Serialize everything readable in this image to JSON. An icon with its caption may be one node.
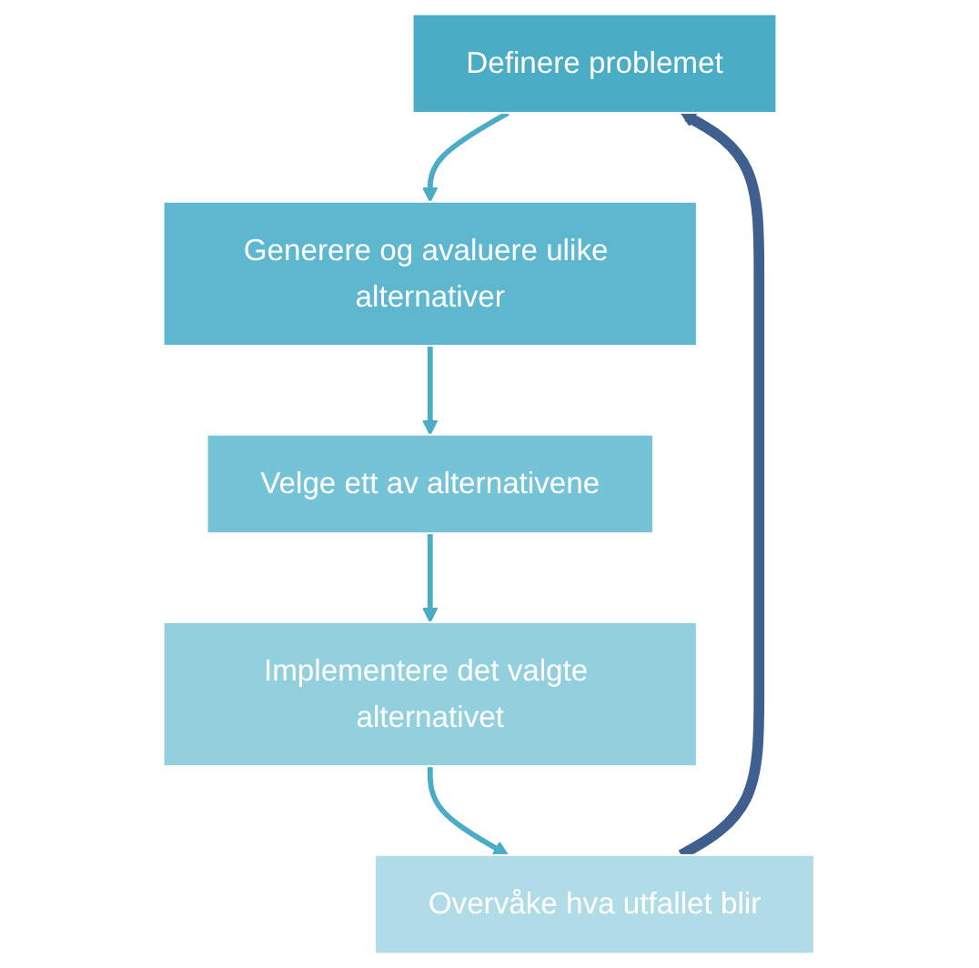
{
  "diagram": {
    "nodes": [
      {
        "text": [
          "Definere problemet"
        ]
      },
      {
        "text": [
          "Generere og avaluere ulike alternativer"
        ]
      },
      {
        "text": [
          "Velge ett av alternativene"
        ]
      },
      {
        "text": [
          "Implementere det valgte alternativet"
        ]
      },
      {
        "text": [
          "Overvåke hva utfallet blir"
        ]
      }
    ],
    "edges": [
      {
        "from": 0,
        "to": 1,
        "arrow": "to"
      },
      {
        "from": 1,
        "to": 2,
        "arrow": "to"
      },
      {
        "from": 2,
        "to": 3,
        "arrow": "to"
      },
      {
        "from": 3,
        "to": 4,
        "arrow": "to"
      },
      {
        "from": 4,
        "to": 0,
        "arrow": "to",
        "style": "thick",
        "color": "#3f5f8f"
      }
    ]
  }
}
